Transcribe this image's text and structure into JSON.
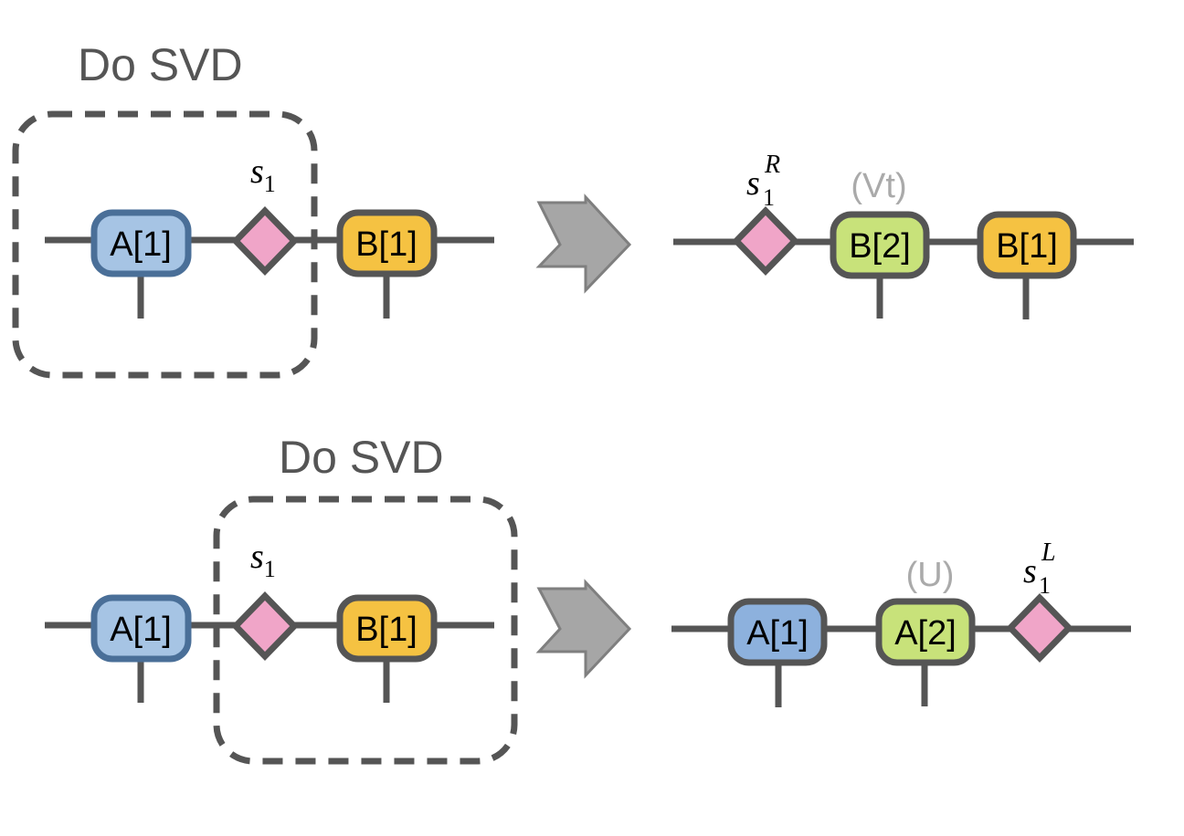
{
  "colors": {
    "line": "#555555",
    "tensor_A_fill": "#a6c4e4",
    "tensor_A_border": "#4a6f98",
    "tensor_A_result_fill": "#8db1dd",
    "tensor_B_fill": "#f5c242",
    "tensor_new_fill": "#c8e27a",
    "singular_fill": "#f0a5c8",
    "arrow_fill": "#a6a6a6",
    "role_text": "#aaaaaa"
  },
  "panels": [
    {
      "title": "Do SVD",
      "before": {
        "tensors": [
          "A[1]",
          "B[1]"
        ],
        "singular_label": {
          "base": "s",
          "sub": "1"
        }
      },
      "after": {
        "singular_label": {
          "base": "s",
          "sub": "1",
          "sup": "R"
        },
        "tensors": [
          "B[2]",
          "B[1]"
        ],
        "role": "(Vt)"
      }
    },
    {
      "title": "Do SVD",
      "before": {
        "tensors": [
          "A[1]",
          "B[1]"
        ],
        "singular_label": {
          "base": "s",
          "sub": "1"
        }
      },
      "after": {
        "tensors": [
          "A[1]",
          "A[2]"
        ],
        "role": "(U)",
        "singular_label": {
          "base": "s",
          "sub": "1",
          "sup": "L"
        }
      }
    }
  ]
}
